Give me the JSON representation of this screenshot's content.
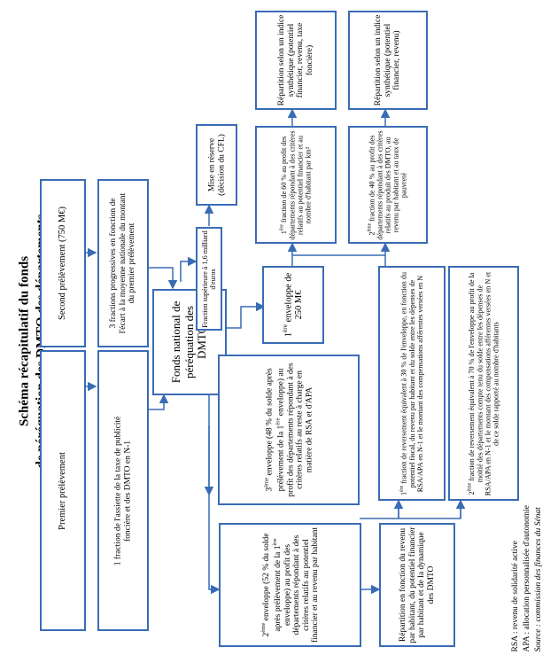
{
  "title": {
    "line1": "Schéma récapitulatif du fonds",
    "line2": "de péréquation des DMTO des départements"
  },
  "boxes": {
    "premier_prelevement": "Premier prélèvement",
    "premier_fraction": "1 fraction de l'assiette de la taxe de publicité foncière et des DMTO en N-1",
    "second_prelevement": "Second prélèvement (750 M€)",
    "second_fractions": "3 fractions progressives en fonction de l'écart à la moyenne nationale du montant du premier prélèvement",
    "fonds_national": "Fonds national de péréquation des DMTO",
    "fraction_superieure": "Fraction supérieure à 1,6 milliard d'euros",
    "mise_en_reserve": "Mise en réserve (décision du CFL)",
    "premiere_enveloppe": "1ère enveloppe de 250 M€",
    "fraction_60": "1ère fraction de 60 % au profit des départements répondant à des critères relatifs au potentiel financier et au nombre d'habitant par km²",
    "repartition_60": "Répartition selon un indice synthétique (potentiel financier, revenu, taxe foncière)",
    "fraction_40": "2ème fraction de 40 % au profit des départements répondant à des critères relatifs au produit des DMTO, au revenu par habitant et au taux de pauvreté",
    "repartition_40": "Répartition selon un indice synthétique (potentiel financier, revenu)",
    "troisieme_enveloppe": "3ème enveloppe (48 % du solde après prélèvement de la 1ère enveloppe) au profit des départements répondant à des critères relatifs au reste à charge en matière de RSA et d'APA",
    "reversement_30": "1ère fraction de reversement équivalent à 30 % de l'enveloppe, en fonction du potentiel fiscal, du revenu par habitant et du solde entre les dépenses de RSA/APA en N-1 et le montant des compensations afférentes versées en N",
    "reversement_70": "2ème fraction de reversement équivalent à 70 % de l'enveloppe au profit de la moitié des départements compte tenu du solde entre les dépenses de RSA/APA en N-1 et le montant des compensations afférentes versées en N et de ce solde rapporté au nombre d'habitants",
    "deuxieme_enveloppe": "2ème enveloppe (52 % du solde après prélèvement de la 1ère enveloppe) au profit des départements répondant à des critères relatifs au potentiel financier et au revenu par habitant",
    "repartition_revenu": "Répartition en fonction du revenu par habitant, du potentiel financier par habitant et de la dynamique des DMTO"
  },
  "footnotes": {
    "rsa": "RSA : revenu de solidarité active",
    "apa": "APA : allocation personnalisée d'autonomie",
    "source": "Source : commission des finances du Sénat"
  },
  "colors": {
    "border": "#3a6cb5",
    "text": "#000000"
  }
}
